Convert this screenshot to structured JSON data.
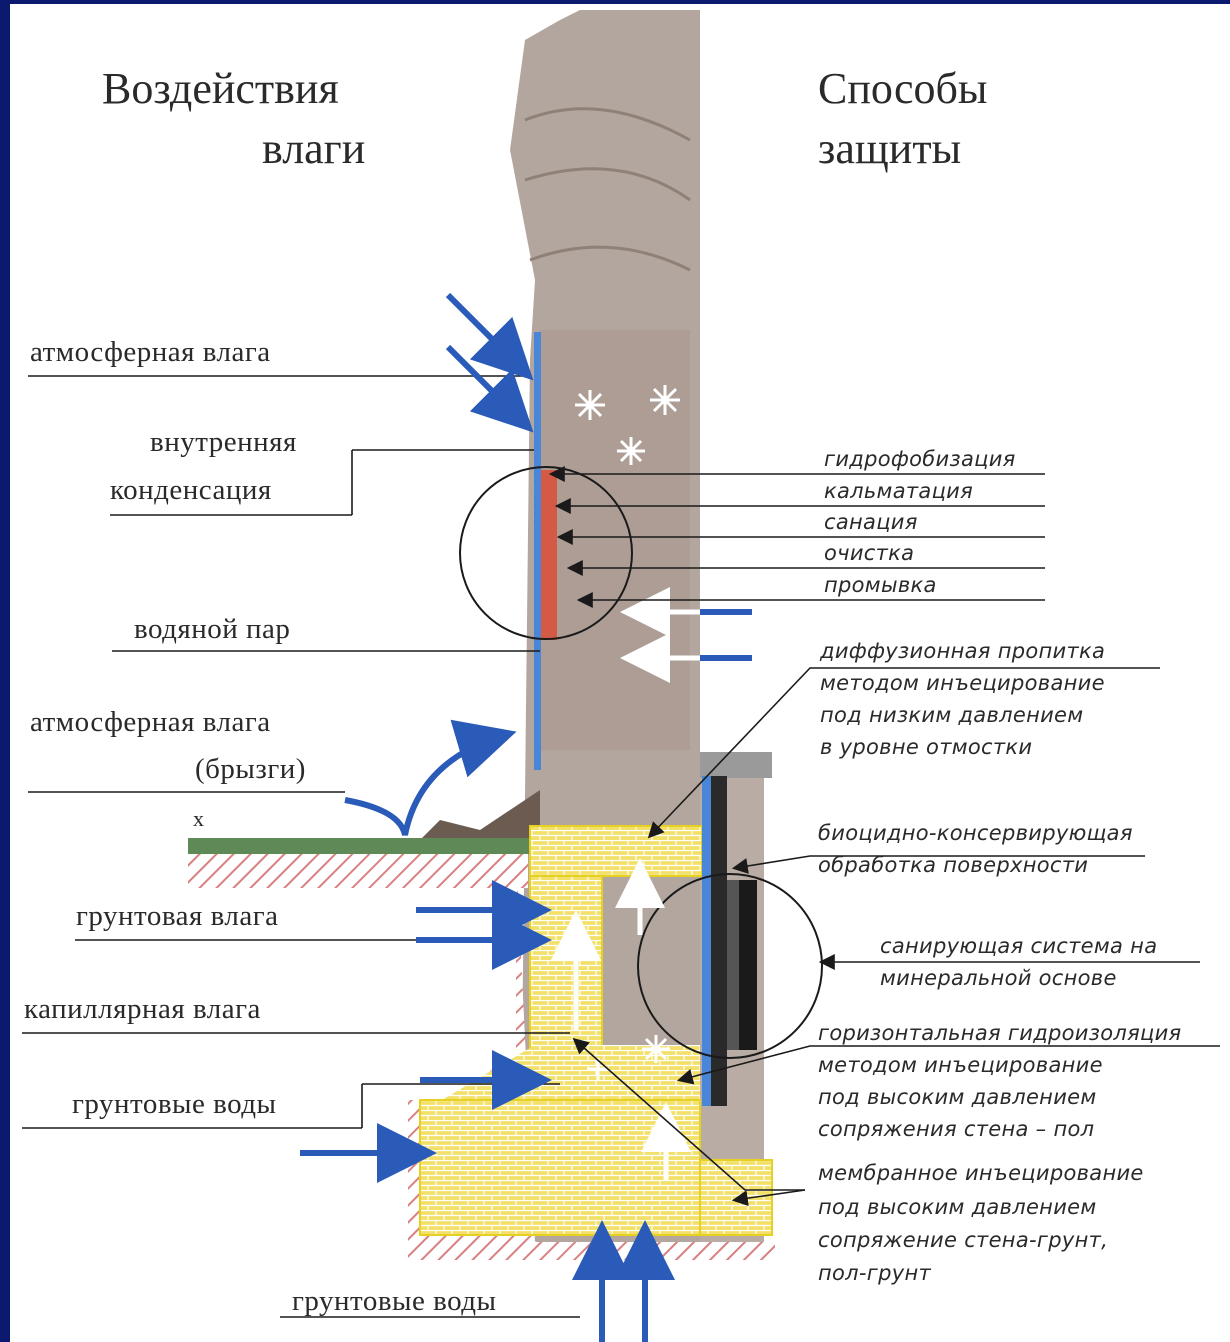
{
  "headings": {
    "left": [
      "Воздействия",
      "влаги"
    ],
    "right": [
      "Способы",
      "защиты"
    ]
  },
  "left_labels": {
    "atmospheric": "атмосферная влага",
    "internal_condensation": [
      "внутренняя",
      "конденсация"
    ],
    "water_vapor": "водяной пар",
    "atmospheric_splash": [
      "атмосферная влага",
      "(брызги)"
    ],
    "ground_moisture": "грунтовая влага",
    "capillary": "капиллярная влага",
    "ground_water": "грунтовые воды",
    "ground_water_bottom": "грунтовые воды"
  },
  "right_labels": {
    "treatments": [
      "гидрофобизация",
      "кальматация",
      "санация",
      "очистка",
      "промывка"
    ],
    "diffusion": [
      "диффузионная пропитка",
      "методом инъецирование",
      "под низким давлением",
      "в уровне отмостки"
    ],
    "biocide": [
      "биоцидно-консервирующая",
      "обработка поверхности"
    ],
    "sanitizing": [
      "санирующая система на",
      "минеральной основе"
    ],
    "horizontal": [
      "горизонтальная гидроизоляция",
      "методом инъецирование",
      "под высоким давлением",
      "сопряжения стена – пол"
    ],
    "membrane": [
      "мембранное инъецирование",
      "под высоким давлением",
      "сопряжение стена-грунт,",
      "пол-грунт"
    ]
  },
  "colors": {
    "frame": "#0b1a6e",
    "arrow_blue": "#2b5bb8",
    "stone": "#b3a69e",
    "soil_hatch": "#d98080",
    "insulation": "#f0e060",
    "grass": "#5f8a58",
    "plaster": "#d45a45"
  }
}
